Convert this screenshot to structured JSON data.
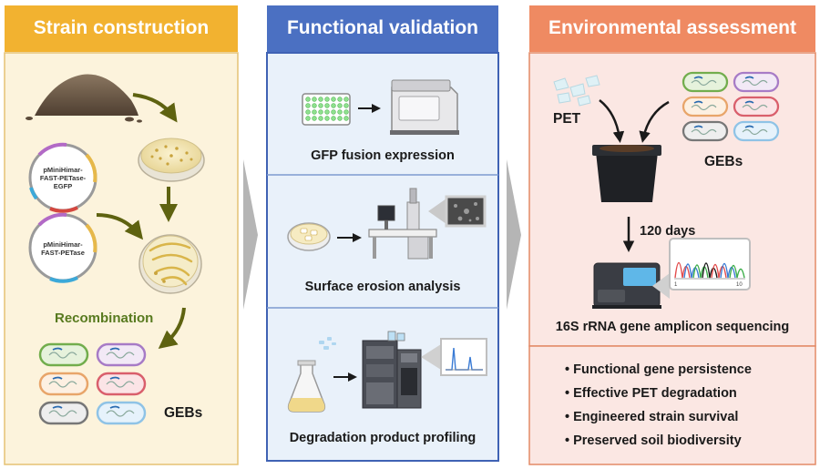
{
  "colors": {
    "strain_header": "#f2b230",
    "strain_panel": "#fcf3dc",
    "strain_border": "#e5c274",
    "functional_header": "#4b70c2",
    "functional_panel": "#e9f1fa",
    "functional_border": "#3f62b4",
    "environmental_header": "#ef8a62",
    "environmental_panel": "#fbe7e3",
    "environmental_border": "#e38a66",
    "recombination_text": "#587a1f",
    "arrow_olive": "#5e6210",
    "flow_arrow": "#b5b5b5"
  },
  "strain_construction": {
    "title": "Strain construction",
    "plasmid_1": [
      "pMiniHimar-",
      "FAST-PETase-",
      "EGFP"
    ],
    "plasmid_2": [
      "pMiniHimar-",
      "FAST-PETase"
    ],
    "recombination_label": "Recombination",
    "gebs_label": "GEBs",
    "icons": [
      "soil-pile-icon",
      "petri-dish-colonies-icon",
      "plasmid-icon",
      "petri-dish-recombinant-icon",
      "bacteria-icon"
    ]
  },
  "functional_validation": {
    "title": "Functional validation",
    "gfp_caption": "GFP fusion expression",
    "sem_caption": "Surface erosion analysis",
    "hplc_caption": "Degradation product profiling",
    "icons": [
      "well-plate-icon",
      "plate-reader-icon",
      "culture-dish-icon",
      "sem-microscope-icon",
      "sem-image-icon",
      "flask-icon",
      "hplc-icon",
      "chromatogram-icon"
    ]
  },
  "environmental_assessment": {
    "title": "Environmental assessment",
    "pet_label": "PET",
    "gebs_label": "GEBs",
    "days_label": "120 days",
    "sequencing_caption": "16S rRNA gene amplicon sequencing",
    "chrom_ticks": [
      "1",
      "10"
    ],
    "outcomes": [
      "Functional gene persistence",
      "Effective PET degradation",
      "Engineered strain survival",
      "Preserved soil biodiversity"
    ],
    "bullet": "•",
    "icons": [
      "pet-flakes-icon",
      "plant-pot-icon",
      "sequencer-icon",
      "sequencing-trace-icon"
    ]
  }
}
